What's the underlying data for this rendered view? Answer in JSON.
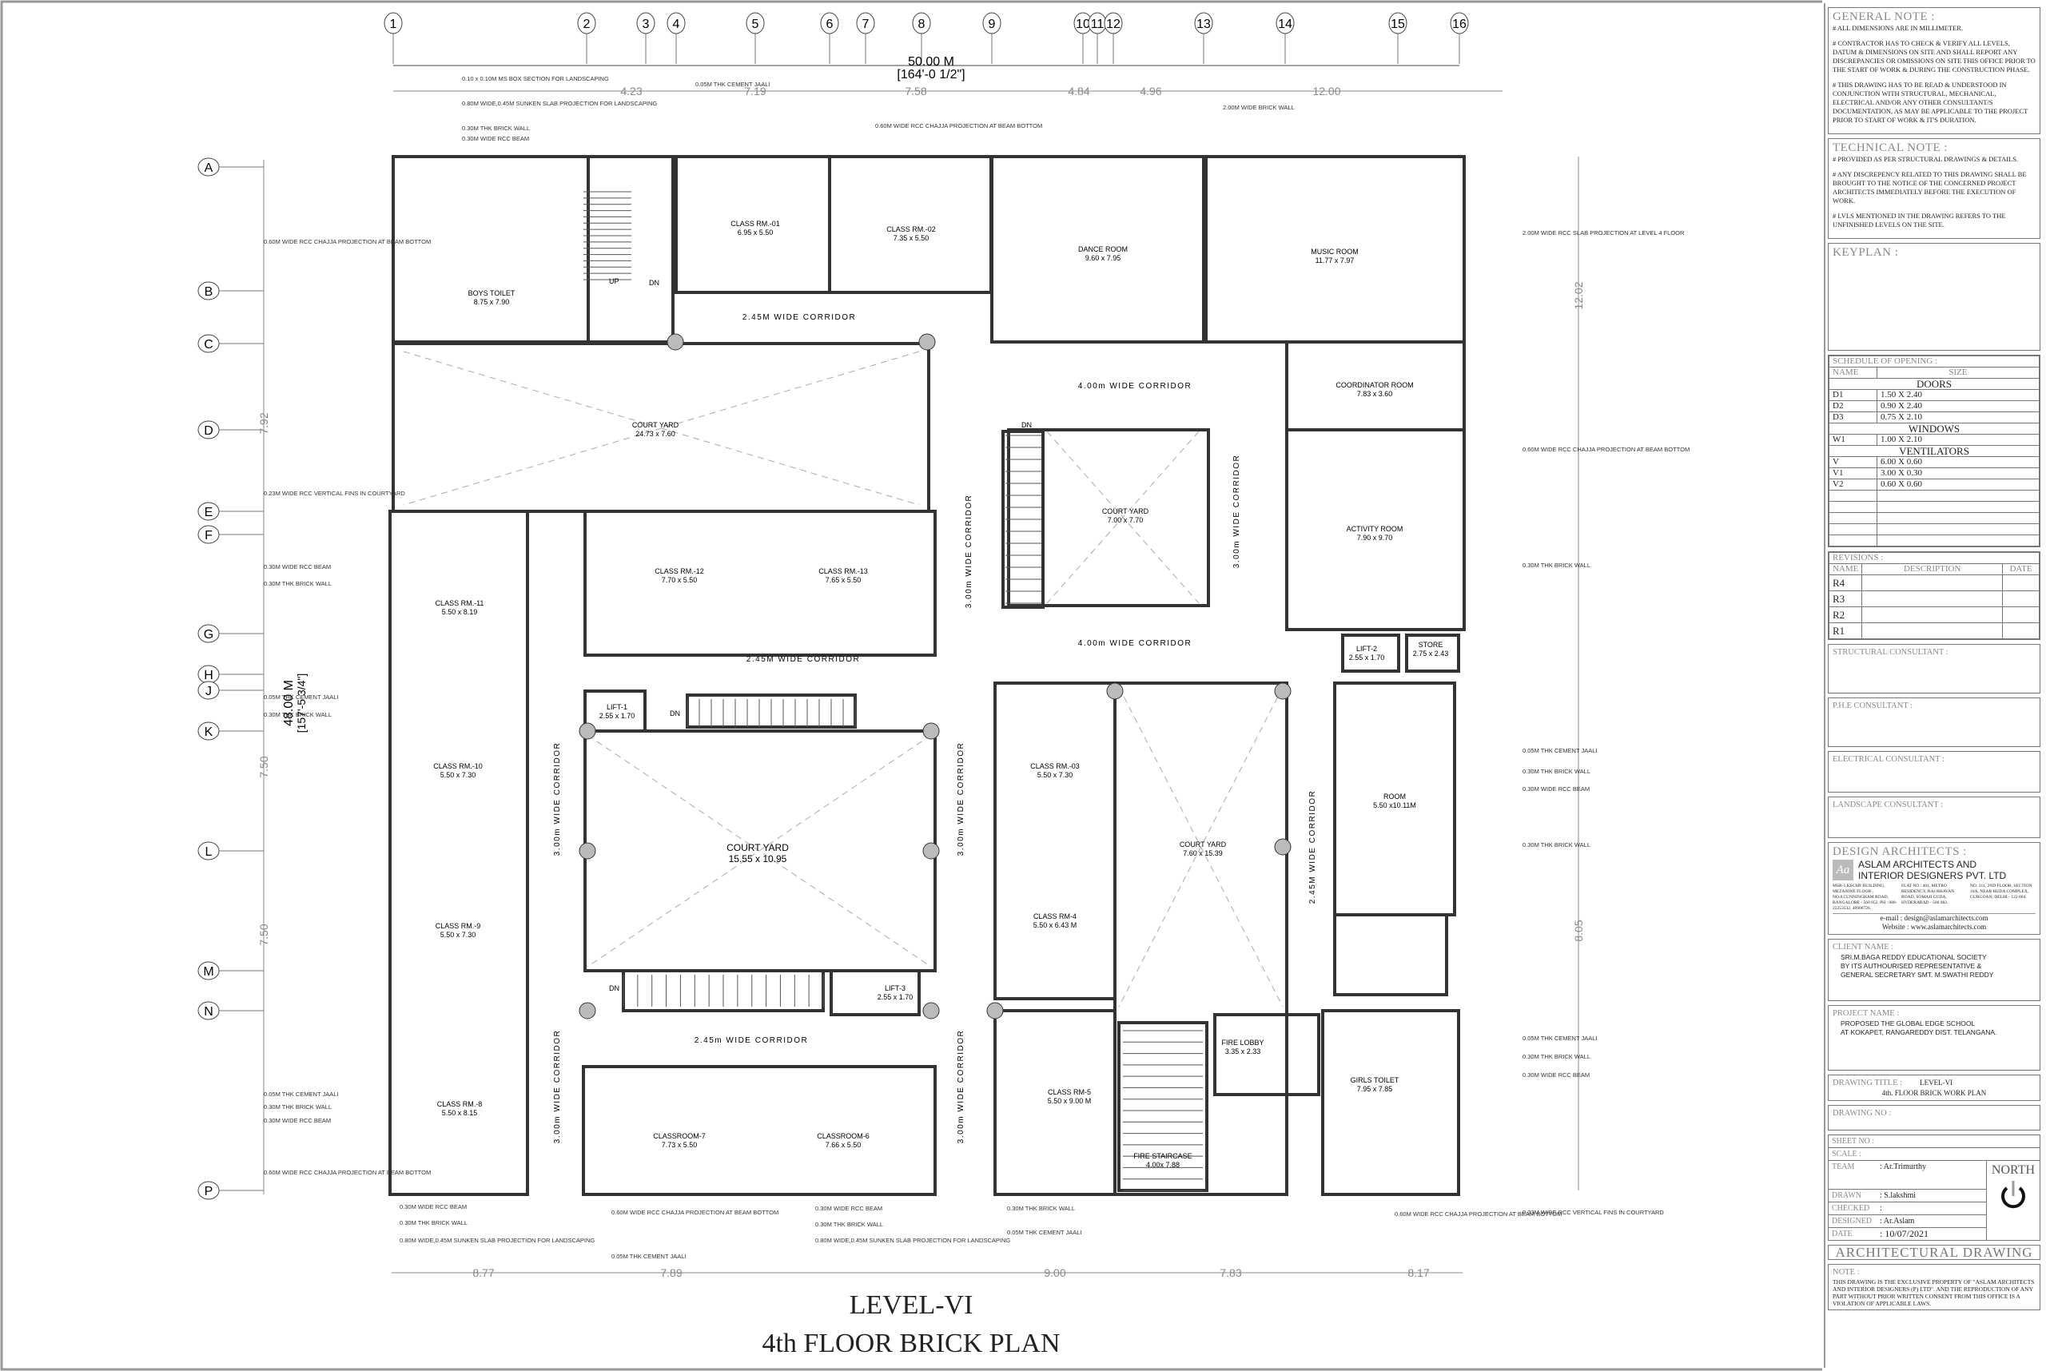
{
  "drawing": {
    "title_line1": "LEVEL-VI",
    "title_line2": "4th FLOOR BRICK  PLAN",
    "grid_columns": [
      "1",
      "2",
      "3",
      "4",
      "5",
      "6",
      "7",
      "8",
      "9",
      "10",
      "11",
      "12",
      "13",
      "14",
      "15",
      "16"
    ],
    "grid_rows": [
      "A",
      "B",
      "C",
      "D",
      "E",
      "F",
      "G",
      "H",
      "J",
      "K",
      "L",
      "M",
      "N",
      "P"
    ],
    "overall_width": "50.00 M",
    "overall_width_imperial": "[164'-0 1/2\"]",
    "overall_depth": "48.00 M",
    "overall_depth_imperial": "[157'-5 3/4\"]",
    "top_dims": [
      "4.23",
      "7.19",
      "7.58",
      "4.84",
      "4.96",
      "12.00"
    ],
    "bottom_dims": [
      "8.77",
      "7.89",
      "9.00",
      "7.83",
      "8.17"
    ],
    "left_dims": [
      "7.92",
      "7.50",
      "7.50"
    ],
    "right_dims": [
      "12.02",
      "8.05"
    ],
    "rooms": [
      {
        "name": "BOYS TOILET",
        "size": "8.75 x 7.90"
      },
      {
        "name": "CLASS RM.-01",
        "size": "6.95 x 5.50"
      },
      {
        "name": "CLASS RM.-02",
        "size": "7.35 x 5.50"
      },
      {
        "name": "DANCE ROOM",
        "size": "9.60 x 7.95"
      },
      {
        "name": "MUSIC ROOM",
        "size": "11.77 x 7.97"
      },
      {
        "name": "COORDINATOR ROOM",
        "size": "7.83 x 3.60"
      },
      {
        "name": "COURT YARD",
        "size": "24.73 x 7.60"
      },
      {
        "name": "COURT YARD",
        "size": "7.00 x 7.70"
      },
      {
        "name": "ACTIVITY ROOM",
        "size": "7.90 x 9.70"
      },
      {
        "name": "CLASS RM.-12",
        "size": "7.70 x 5.50"
      },
      {
        "name": "CLASS RM.-13",
        "size": "7.65 x 5.50"
      },
      {
        "name": "CLASS RM.-11",
        "size": "5.50 x 8.19"
      },
      {
        "name": "LIFT-2",
        "size": "2.55 x 1.70"
      },
      {
        "name": "STORE",
        "size": "2.75 x 2.43"
      },
      {
        "name": "LIFT-1",
        "size": "2.55 x 1.70"
      },
      {
        "name": "CLASS RM.-10",
        "size": "5.50 x 7.30"
      },
      {
        "name": "CLASS RM.-03",
        "size": "5.50 x 7.30"
      },
      {
        "name": "COURT YARD",
        "size": "15.55 x 10.95"
      },
      {
        "name": "COURT YARD",
        "size": "7.60 x 15.39"
      },
      {
        "name": "ROOM",
        "size": "5.50 x10.11M"
      },
      {
        "name": "CLASS RM.-9",
        "size": "5.50 x 7.30"
      },
      {
        "name": "CLASS RM-4",
        "size": "5.50 x 6.43 M"
      },
      {
        "name": "LIFT-3",
        "size": "2.55 x 1.70"
      },
      {
        "name": "FIRE LOBBY",
        "size": "3.35 x 2.33"
      },
      {
        "name": "GIRLS TOILET",
        "size": "7.95 x 7.85"
      },
      {
        "name": "CLASS RM.-8",
        "size": "5.50 x 8.15"
      },
      {
        "name": "CLASS RM-5",
        "size": "5.50 x 9.00 M"
      },
      {
        "name": "CLASSROOM-7",
        "size": "7.73 x 5.50"
      },
      {
        "name": "CLASSROOM-6",
        "size": "7.66 x 5.50"
      },
      {
        "name": "FIRE STAIRCASE",
        "size": "4.00x 7.88"
      }
    ],
    "corridors": [
      "2.45M  WIDE CORRIDOR",
      "4.00m  WIDE CORRIDOR",
      "3.00m  WIDE CORRIDOR",
      "4.00m  WIDE CORRIDOR",
      "2.45M  WIDE CORRIDOR",
      "3.00m  WIDE CORRIDOR",
      "3.00m  WIDE CORRIDOR",
      "3.00m  WIDE CORRIDOR",
      "2.45m  WIDE CORRIDOR",
      "2.45M  WIDE CORRIDOR",
      "3.00m  WIDE CORRIDOR",
      "3.00m  WIDE CORRIDOR"
    ],
    "notes": [
      "0.10 x 0.10M MS BOX SECTION FOR LANDSCAPING",
      "0.80M WIDE,0.45M SUNKEN SLAB PROJECTION FOR LANDSCAPING",
      "0.30M THK BRICK WALL",
      "0.30M WIDE RCC BEAM",
      "0.05M THK CEMENT JAALI",
      "0.60M WIDE RCC CHAJJA PROJECTION AT BEAM BOTTOM",
      "2.00M WIDE BRICK WALL",
      "2.00M WIDE RCC SLAB PROJECTION AT LEVEL 4 FLOOR",
      "0.23M WIDE RCC VERTICAL FINS IN COURTYARD"
    ],
    "labels": {
      "up": "UP",
      "dn": "DN"
    }
  },
  "title_block": {
    "general_note": {
      "heading": "GENERAL NOTE :",
      "items": [
        "# ALL DIMENSIONS ARE IN MILLIMETER.",
        "# CONTRACTOR HAS TO CHECK & VERIFY ALL LEVELS,  DATUM & DIMENSIONS ON SITE AND SHALL REPORT ANY DISCREPANCIES OR OMISSIONS ON SITE THIS OFFICE PRIOR TO THE START OF WORK & DURING THE CONSTRUCTION PHASE.",
        "# THIS DRAWING HAS TO BE READ & UNDERSTOOD IN CONJUNCTION WITH STRUCTURAL, MECHANICAL, ELECTRICAL AND/OR ANY OTHER CONSULTANT/S DOCUMENTATION, AS MAY BE APPLICABLE TO THE PROJECT PRIOR TO START OF WORK & IT'S DURATION."
      ]
    },
    "technical_note": {
      "heading": "TECHNICAL NOTE :",
      "items": [
        "# PROVIDED AS PER STRUCTURAL DRAWINGS &  DETAILS.",
        "# ANY DISCREPENCY RELATED TO THIS DRAWING SHALL BE BROUGHT TO  THE NOTICE OF THE CONCERNED PROJECT ARCHITECTS IMMEDIATELY BEFORE THE EXECUTION OF WORK.",
        "# LVLS MENTIONED IN THE DRAWING REFERS TO THE UNFINISHED LEVELS ON THE SITE."
      ]
    },
    "keyplan": "KEYPLAN :",
    "schedule": {
      "heading": "SCHEDULE OF OPENING :",
      "col_name": "NAME",
      "col_size": "SIZE",
      "doors_label": "DOORS",
      "doors": [
        {
          "name": "D1",
          "size": "1.50 X 2.40"
        },
        {
          "name": "D2",
          "size": "0.90 X 2.40"
        },
        {
          "name": "D3",
          "size": "0.75 X 2.10"
        }
      ],
      "windows_label": "WINDOWS",
      "windows": [
        {
          "name": "W1",
          "size": "1.00 X 2.10"
        }
      ],
      "ventilators_label": "VENTILATORS",
      "ventilators": [
        {
          "name": "V",
          "size": "6.00 X 0.60"
        },
        {
          "name": "V1",
          "size": "3.00 X 0.30"
        },
        {
          "name": "V2",
          "size": "0.60 X 0.60"
        }
      ]
    },
    "revisions": {
      "heading": "REVISIONS :",
      "col_name": "NAME",
      "col_desc": "DESCRIPTION",
      "col_date": "DATE",
      "rows": [
        "R4",
        "R3",
        "R2",
        "R1"
      ]
    },
    "consultants": [
      "STRUCTURAL CONSULTANT :",
      "P.H.E CONSULTANT :",
      "ELECTRICAL CONSULTANT :",
      "LANDSCAPE CONSULTANT :"
    ],
    "architects": {
      "heading": "DESIGN ARCHITECTS :",
      "name_line1": "ASLAM ARCHITECTS AND",
      "name_line2": "INTERIOR DESIGNERS PVT. LTD",
      "logo": "Aa",
      "offices": [
        "MSB-1,KSCMF BUILDING, MEZANINE FLOOR , NO.8,CUNNINGHAM ROAD, BANGALORE - 560 052. PH : 080-22253532, 40900726.",
        "FLAT NO : 401, METRO RESIDENCY, RAJ BHAVAN ROAD, SOMAJI GUDA, HYDERABAD - 500 082.",
        "NO. 311, 2ND FLOOR, SECTION 10A, NEAR HUDA COMPLEX, GURGOAN, DELHI - 122 004."
      ],
      "email": "e-mail : design@aslamarchitects.com",
      "website": "Website : www.aslamarchitects.com"
    },
    "client": {
      "heading": "CLIENT NAME :",
      "lines": [
        "SRI.M.BAGA REDDY EDUCATIONAL SOCIETY",
        "BY ITS AUTHOURISED REPRESENTATIVE &",
        "GENERAL SECRETARY SMT. M.SWATHI REDDY"
      ]
    },
    "project": {
      "heading": "PROJECT NAME :",
      "lines": [
        "PROPOSED THE GLOBAL EDGE SCHOOL",
        "AT KOKAPET, RANGAREDDY DIST. TELANGANA."
      ]
    },
    "drawing_title": {
      "heading": "DRAWING TITLE :",
      "line1": "LEVEL-VI",
      "line2": "4th. FLOOR BRICK WORK PLAN"
    },
    "drawing_no": "DRAWING NO :",
    "sheet_no": "SHEET NO  :",
    "scale": "SCALE      :",
    "team": {
      "label": "TEAM",
      "value": ": Ar.Trimurthy"
    },
    "drawn": {
      "label": "DRAWN",
      "value": ": S.lakshmi"
    },
    "checked": {
      "label": "CHECKED",
      "value": ":"
    },
    "designed": {
      "label": "DESIGNED",
      "value": ": Ar.Aslam"
    },
    "date": {
      "label": "DATE",
      "value": ": 10/07/2021"
    },
    "north": "NORTH",
    "category": "ARCHITECTURAL DRAWING",
    "note": {
      "heading": "NOTE :",
      "text": "THIS DRAWING IS THE EXCLUSIVE PROPERTY OF \"ASLAM ARCHITECTS AND INTERIOR DESIGNERS (P) LTD\". AND THE REPRODUCTION OF ANY PART WITHOUT PRIOR WRITTEN CONSENT FROM THIS OFFICE IS A VIOLATION OF APPLICABLE LAWS."
    }
  }
}
